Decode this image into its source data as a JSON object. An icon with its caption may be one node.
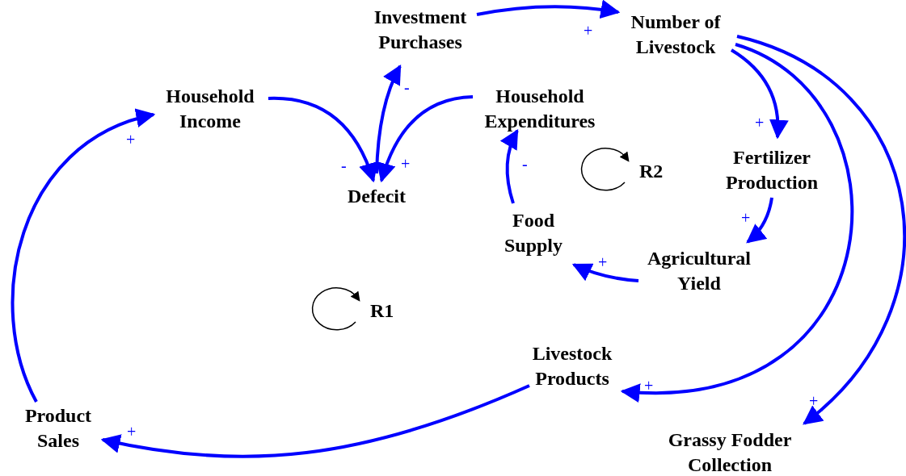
{
  "diagram": {
    "nodes": [
      {
        "text": [
          "Investment Purchases"
        ]
      },
      {
        "text": [
          "Number of Livestock"
        ]
      },
      {
        "text": [
          "Household Income"
        ]
      },
      {
        "text": [
          "Household Expenditures"
        ]
      },
      {
        "text": [
          "Defecit"
        ]
      },
      {
        "text": [
          "Fertilizer Production"
        ]
      },
      {
        "text": [
          "Food Supply"
        ]
      },
      {
        "text": [
          "Agricultural Yield"
        ]
      },
      {
        "text": [
          "Livestock Products"
        ]
      },
      {
        "text": [
          "Product Sales"
        ]
      },
      {
        "text": [
          "Grassy Fodder Collection"
        ]
      }
    ],
    "edges": [
      {
        "from": 0,
        "to": 1,
        "arrow": "to",
        "label": "+"
      },
      {
        "from": 4,
        "to": 0,
        "arrow": "to",
        "label": "-"
      },
      {
        "from": 2,
        "to": 4,
        "arrow": "to",
        "label": "-"
      },
      {
        "from": 3,
        "to": 4,
        "arrow": "to",
        "label": "+"
      },
      {
        "from": 6,
        "to": 3,
        "arrow": "to",
        "label": "-"
      },
      {
        "from": 1,
        "to": 5,
        "arrow": "to",
        "label": "+"
      },
      {
        "from": 5,
        "to": 7,
        "arrow": "to",
        "label": "+"
      },
      {
        "from": 7,
        "to": 6,
        "arrow": "to",
        "label": "+"
      },
      {
        "from": 1,
        "to": 8,
        "arrow": "to",
        "label": "+"
      },
      {
        "from": 1,
        "to": 10,
        "arrow": "to",
        "label": "+"
      },
      {
        "from": 8,
        "to": 9,
        "arrow": "to",
        "label": "+"
      },
      {
        "from": 9,
        "to": 2,
        "arrow": "to",
        "label": "+"
      }
    ],
    "labels": [
      "R2",
      "R1"
    ]
  }
}
